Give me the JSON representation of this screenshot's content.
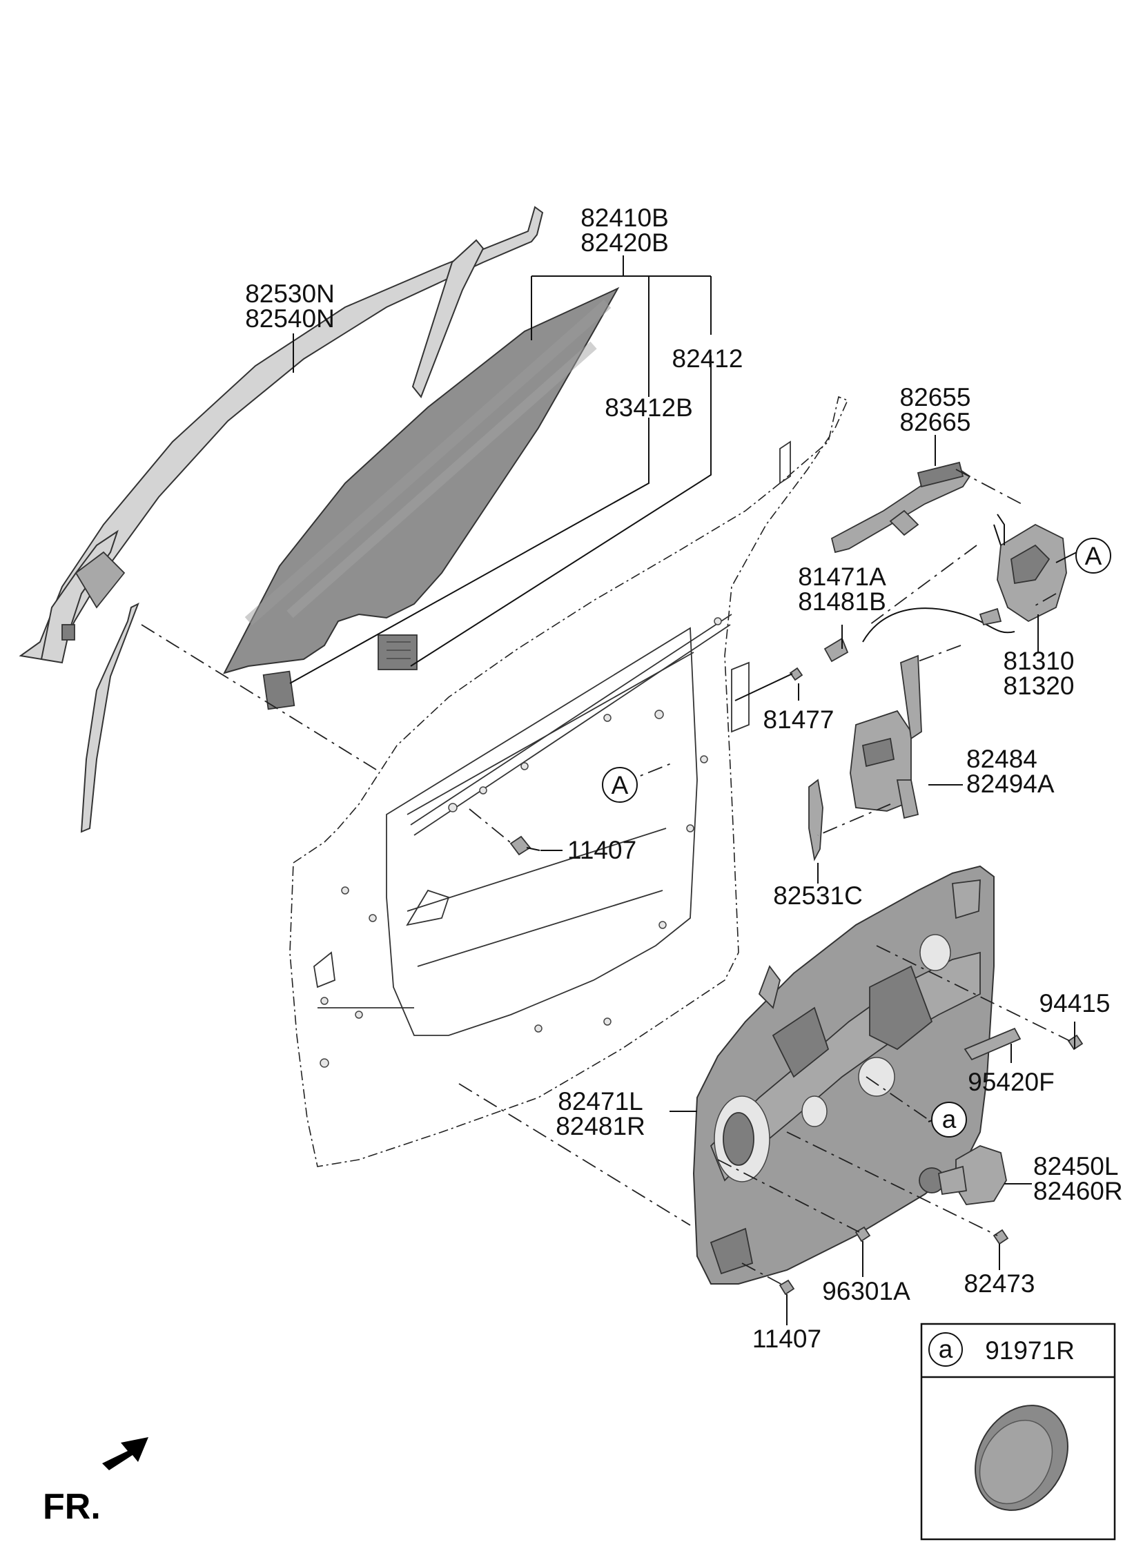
{
  "diagram": {
    "direction_label": "FR.",
    "ref_marks": {
      "a": "a",
      "A": "A"
    },
    "labels": {
      "glass_a": "82410B",
      "glass_b": "82420B",
      "frame_a": "82530N",
      "frame_b": "82540N",
      "lift_plate": "82412",
      "glass_clip": "83412B",
      "handle_a": "82655",
      "handle_b": "82665",
      "latch_a": "81310",
      "latch_b": "81320",
      "cable_a": "81471A",
      "cable_b": "81481B",
      "bolt_81477": "81477",
      "bracket_a": "82484",
      "bracket_b": "82494A",
      "bolt_upper": "11407",
      "channel": "82531C",
      "screw_94415": "94415",
      "connector": "95420F",
      "module_a": "82471L",
      "module_b": "82481R",
      "motor_a": "82450L",
      "motor_b": "82460R",
      "screw_82473": "82473",
      "screw_96301A": "96301A",
      "bolt_lower": "11407"
    },
    "legend": {
      "mark": "a",
      "part_number": "91971R"
    }
  }
}
